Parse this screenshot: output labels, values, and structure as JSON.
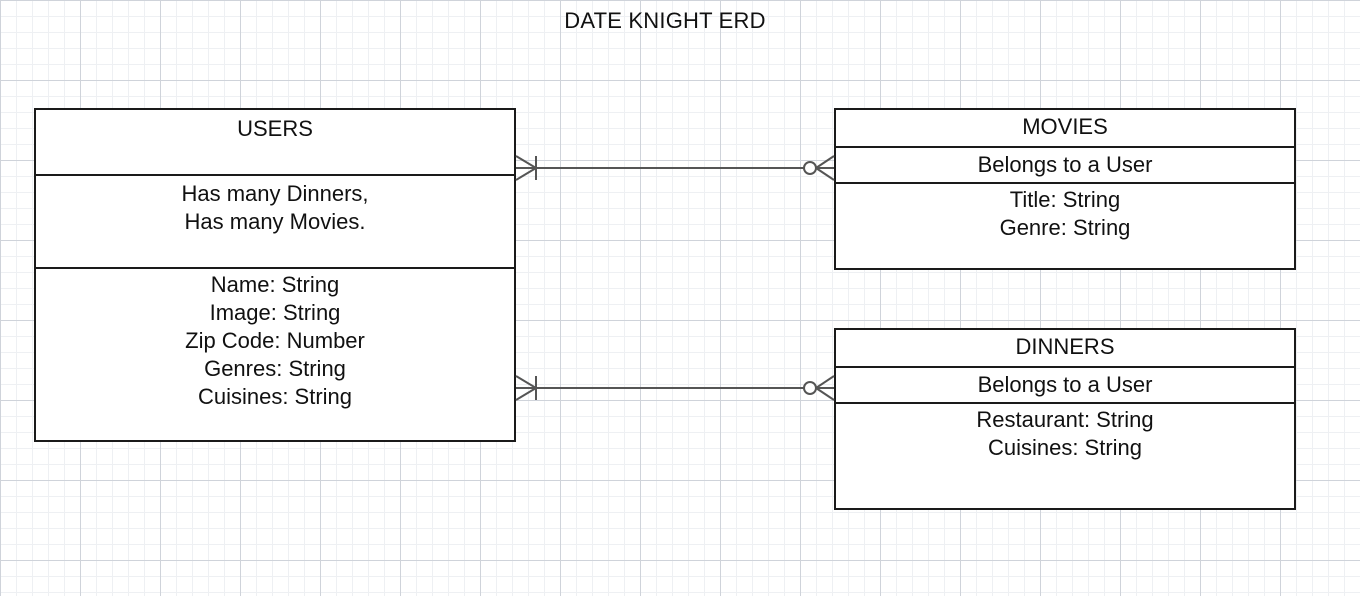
{
  "diagram": {
    "title": "DATE KNIGHT ERD",
    "colors": {
      "stroke": "#1a1a1a",
      "connector": "#555555",
      "grid_major": "#cfd3da",
      "grid_minor": "#eef0f3"
    },
    "entities": {
      "users": {
        "name": "USERS",
        "relations": [
          "Has many Dinners,",
          "Has many Movies."
        ],
        "attributes": [
          "Name: String",
          "Image: String",
          "Zip Code: Number",
          "Genres: String",
          "Cuisines: String"
        ]
      },
      "movies": {
        "name": "MOVIES",
        "relation": "Belongs to a User",
        "attributes": [
          "Title: String",
          "Genre: String"
        ]
      },
      "dinners": {
        "name": "DINNERS",
        "relation": "Belongs to a User",
        "attributes": [
          "Restaurant: String",
          "Cuisines: String"
        ]
      }
    },
    "relationships": [
      {
        "from": "USERS",
        "to": "MOVIES",
        "from_cardinality": "one-or-many",
        "to_cardinality": "zero-or-many"
      },
      {
        "from": "USERS",
        "to": "DINNERS",
        "from_cardinality": "one-or-many",
        "to_cardinality": "zero-or-many"
      }
    ]
  }
}
